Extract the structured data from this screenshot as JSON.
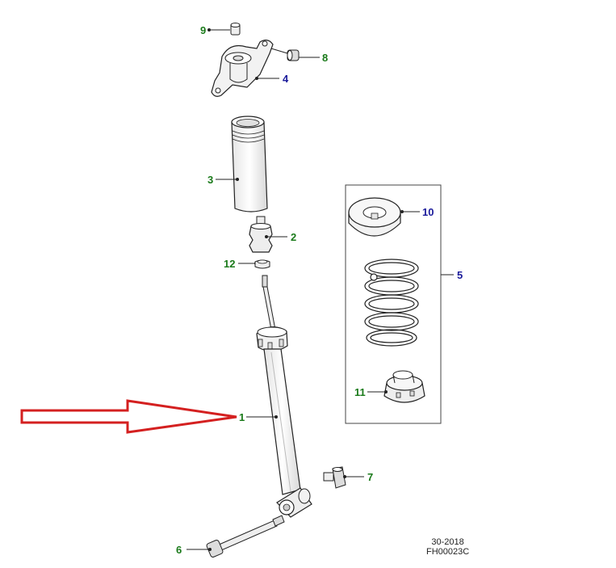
{
  "colors": {
    "green_label": "#1a7a1a",
    "blue_label": "#1a1a9a",
    "arrow": "#d42020",
    "line": "#222222",
    "part_fill": "#f2f2f2",
    "part_shade": "#d6d6d6"
  },
  "labels": {
    "p1": "1",
    "p2": "2",
    "p3": "3",
    "p4": "4",
    "p5": "5",
    "p6": "6",
    "p7": "7",
    "p8": "8",
    "p9": "9",
    "p10": "10",
    "p11": "11",
    "p12": "12"
  },
  "footer": {
    "date": "30-2018",
    "code": "FH00023C"
  }
}
